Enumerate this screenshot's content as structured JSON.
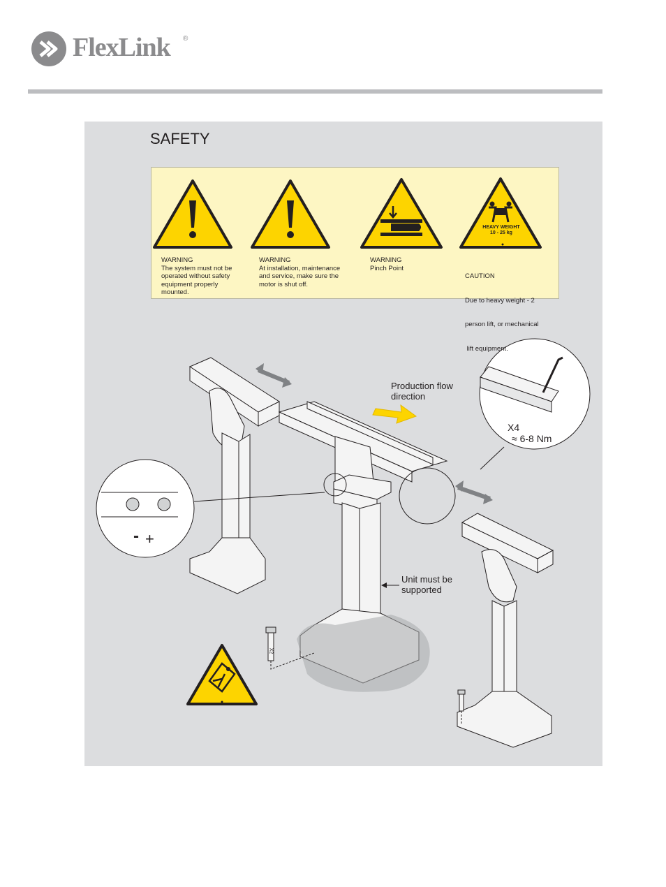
{
  "header": {
    "brand": "FlexLink",
    "registered_mark": "®"
  },
  "page_title": "SAFETY",
  "warnings": [
    {
      "icon": "exclamation-icon",
      "heading": "WARNING",
      "lines": [
        "The system must not be",
        "operated without safety",
        "equipment properly",
        "mounted."
      ]
    },
    {
      "icon": "exclamation-icon",
      "heading": "WARNING",
      "lines": [
        "At installation, maintenance",
        "and service, make sure the",
        "motor is shut off."
      ]
    },
    {
      "icon": "pinch-point-icon",
      "heading": "WARNING",
      "lines": [
        "Pinch Point"
      ]
    },
    {
      "icon": "heavy-weight-icon",
      "heading": "CAUTION",
      "lines": [
        "Due to heavy weight - 2",
        "person lift, or mechanical",
        " lift equipment."
      ],
      "sign_text": [
        "HEAVY WEIGHT",
        "10 - 25 kg"
      ]
    }
  ],
  "diagram": {
    "flow_label": [
      "Production flow",
      "direction"
    ],
    "support_label": [
      "Unit must be",
      "supported"
    ],
    "torque_count": "X4",
    "torque_value": "≈ 6-8 Nm",
    "adjust_minus": "-",
    "adjust_plus": "+",
    "bolt_count": "X2",
    "tipping_icon": "tipping-hazard-icon"
  },
  "colors": {
    "warning_yellow": "#fdd400",
    "flow_arrow": "#fdd400",
    "panel_gray": "#dcdddf",
    "sign_background": "#fdf6c3",
    "rule_gray": "#bcbdc0",
    "logo_gray": "#8b8b8d"
  }
}
